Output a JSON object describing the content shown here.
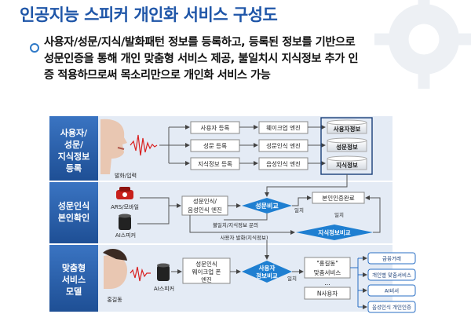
{
  "title": "인공지능 스피커 개인화 서비스 구성도",
  "intro_lines": [
    "사용자/성문/지식/발화패턴 정보를 등록하고, 등록된 정보를 기반으로",
    "성문인증을 통해 개인 맞춤형 서비스 제공, 불일치시 지식정보 추가 인",
    "증 적용하므로써 목소리만으로 개인화 서비스 가능"
  ],
  "sections": [
    {
      "lines": [
        "사용자/",
        "성문/",
        "지식정보",
        "등록"
      ]
    },
    {
      "lines": [
        "성문인식",
        "본인확인"
      ]
    },
    {
      "lines": [
        "맞춤형",
        "서비스",
        "모델"
      ]
    }
  ],
  "registration": {
    "speaker_caption": "발화/입력",
    "steps": [
      "사용자 등록",
      "성문 등록",
      "지식정보 등록"
    ],
    "engines": [
      "웨이크업 엔진",
      "성문인식 엔진",
      "음성인식 엔진"
    ],
    "db": [
      "사용자정보",
      "성문정보",
      "지식정보"
    ]
  },
  "verification": {
    "phone_caption": "ARS/모바일",
    "speaker_caption": "AI스피커",
    "engine": [
      "성문인식/",
      "음성인식 엔진"
    ],
    "compare": "성문비교",
    "match": "일치",
    "confirm": "본인인증완료",
    "mismatch_query": "불일치/지식정보 문의",
    "knowledge_compare": "지식정보비교",
    "speech_label": "사용자 발화(지식정보)"
  },
  "service": {
    "person_caption": "홍길동",
    "speaker_caption": "AI스피커",
    "engine": [
      "성문인식",
      "웨이크업 폰",
      "엔진"
    ],
    "compare": [
      "사용자",
      "정보비교"
    ],
    "match": "일치",
    "custom": [
      "\"홍길동\"",
      "맞춤서비스"
    ],
    "dots": "...",
    "n_user": "N사용자",
    "outputs": [
      "금융거래",
      "개인별 맞춤서비스",
      "AI비서",
      "음성인식 개인인증"
    ]
  },
  "colors": {
    "title": "#1f56a8",
    "section": "#2a5da8",
    "compare": "#1f7fd1",
    "band": "#e4ebf5"
  }
}
